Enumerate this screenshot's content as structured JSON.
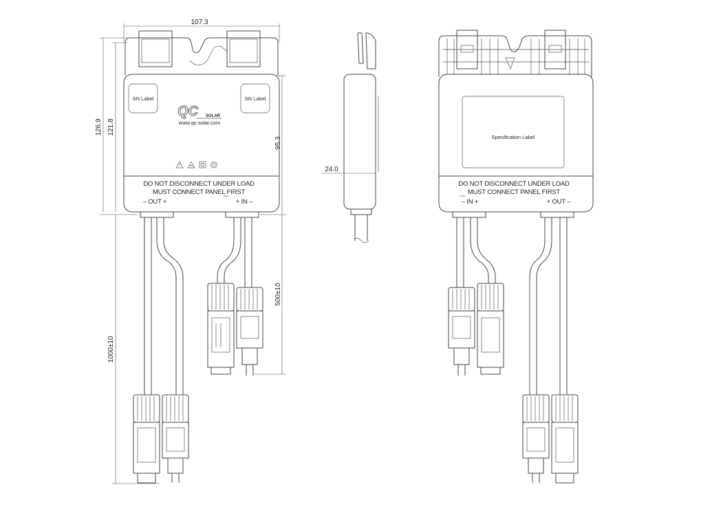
{
  "dimensions": {
    "width": "107.3",
    "height_total": "126.9",
    "height_body": "121.8",
    "cable_offset": "95.3",
    "thickness": "24.0",
    "input_cable": "500±10",
    "output_cable": "1000±10"
  },
  "front": {
    "sn_label_left": "SN Label",
    "sn_label_right": "SN Label",
    "logo_main": "QC",
    "logo_sub": "SOLAR",
    "website": "www.qc-solar.com",
    "warning_line1": "DO NOT DISCONNECT UNDER LOAD",
    "warning_line2": "MUST CONNECT PANEL FIRST",
    "out_label": "– OUT +",
    "in_label": "+ IN –"
  },
  "back": {
    "spec_label": "Specification Label",
    "warning_line1": "DO NOT DISCONNECT UNDER LOAD",
    "warning_line2": "MUST CONNECT PANEL FIRST",
    "in_label": "– IN +",
    "out_label": "+ OUT –"
  },
  "colors": {
    "line": "#444444",
    "background": "#ffffff"
  },
  "icons": [
    "warning-icon",
    "hot-surface-icon",
    "double-insulation-icon",
    "certification-icon"
  ]
}
